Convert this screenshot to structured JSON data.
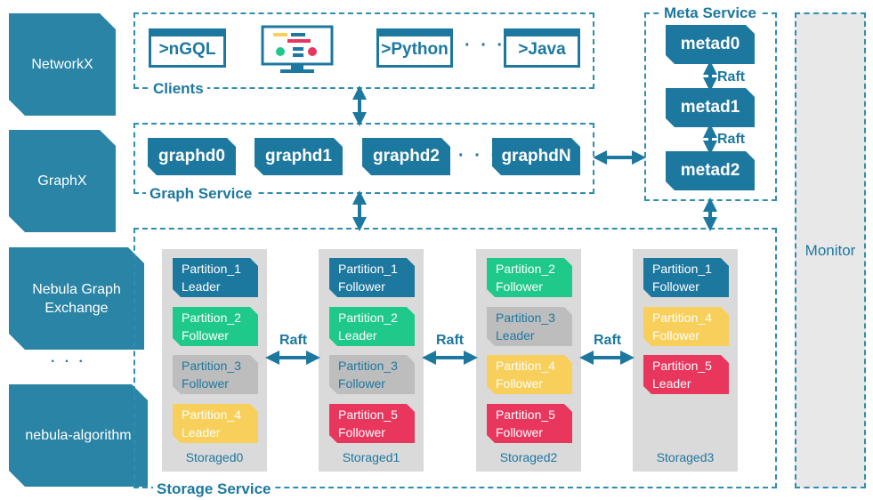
{
  "side_tools": [
    "NetworkX",
    "GraphX",
    "Nebula Graph Exchange",
    "· · ·",
    "nebula-algorithm"
  ],
  "clients": {
    "label": "Clients",
    "items": [
      ">nGQL",
      ">Python",
      ">Java"
    ],
    "dots": "· · ·"
  },
  "graph_service": {
    "label": "Graph Service",
    "nodes": [
      "graphd0",
      "graphd1",
      "graphd2",
      "graphdN"
    ],
    "dots": "· · ·"
  },
  "meta_service": {
    "label": "Meta Service",
    "nodes": [
      "metad0",
      "metad1",
      "metad2"
    ],
    "raft_labels": [
      "Raft",
      "Raft"
    ]
  },
  "monitor": {
    "label": "Monitor"
  },
  "storage_service": {
    "label": "Storage Service",
    "raft_labels": [
      "Raft",
      "Raft",
      "Raft"
    ],
    "storaged": [
      {
        "name": "Storaged0",
        "partitions": [
          {
            "line1": "Partition_1",
            "line2": "Leader",
            "color": "blue"
          },
          {
            "line1": "Partition_2",
            "line2": "Follower",
            "color": "green"
          },
          {
            "line1": "Partition_3",
            "line2": "Follower",
            "color": "gray"
          },
          {
            "line1": "Partition_4",
            "line2": "Leader",
            "color": "yellow"
          }
        ]
      },
      {
        "name": "Storaged1",
        "partitions": [
          {
            "line1": "Partition_1",
            "line2": "Follower",
            "color": "blue"
          },
          {
            "line1": "Partition_2",
            "line2": "Leader",
            "color": "green"
          },
          {
            "line1": "Partition_3",
            "line2": "Follower",
            "color": "gray"
          },
          {
            "line1": "Partition_5",
            "line2": "Follower",
            "color": "red"
          }
        ]
      },
      {
        "name": "Storaged2",
        "partitions": [
          {
            "line1": "Partition_2",
            "line2": "Follower",
            "color": "green"
          },
          {
            "line1": "Partition_3",
            "line2": "Leader",
            "color": "gray"
          },
          {
            "line1": "Partition_4",
            "line2": "Follower",
            "color": "yellow"
          },
          {
            "line1": "Partition_5",
            "line2": "Follower",
            "color": "red"
          }
        ]
      },
      {
        "name": "Storaged3",
        "partitions": [
          {
            "line1": "Partition_1",
            "line2": "Follower",
            "color": "blue"
          },
          {
            "line1": "Partition_4",
            "line2": "Follower",
            "color": "yellow"
          },
          {
            "line1": "Partition_5",
            "line2": "Leader",
            "color": "red"
          }
        ]
      }
    ]
  },
  "colors": {
    "accent": "#1d78a0",
    "leader_blue": "#1d78a0",
    "green": "#1fc98a",
    "gray": "#bdbdbd",
    "yellow": "#f8cf5a",
    "red": "#e8365d"
  }
}
